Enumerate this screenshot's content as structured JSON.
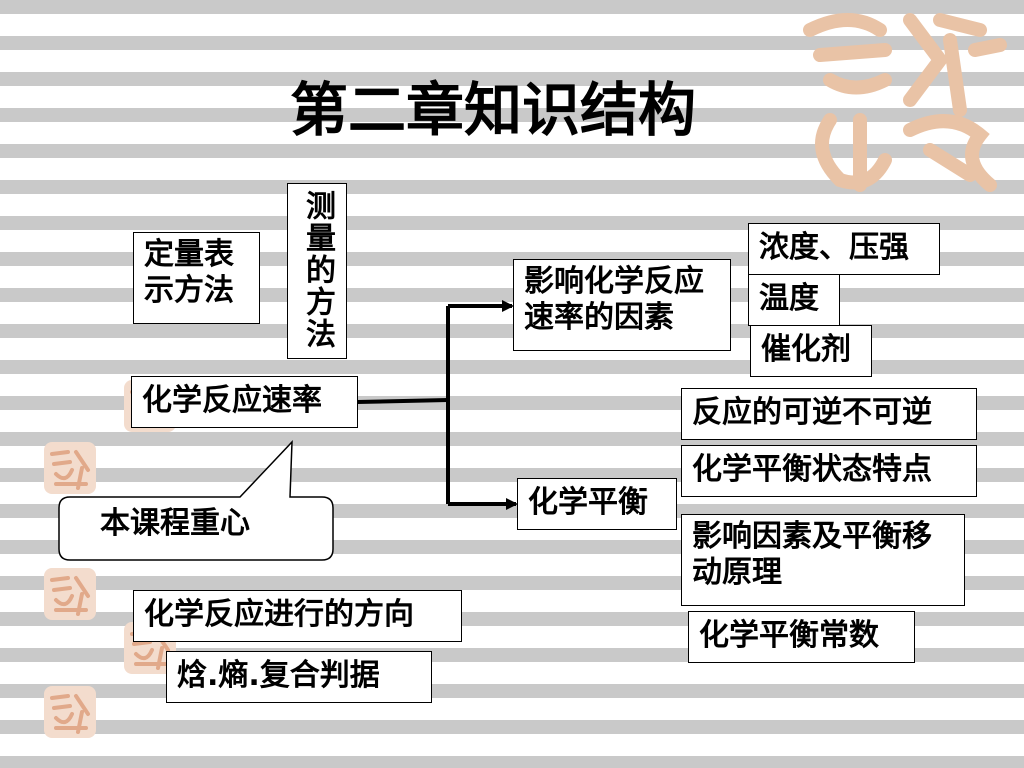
{
  "slide": {
    "title": "第二章知识结构"
  },
  "nodes": {
    "quantitative_expression": "定量表示方法",
    "measurement_methods": "测量的方法",
    "reaction_rate": "化学反应速率",
    "focus_callout": "本课程重心",
    "rate_factors": "影响化学反应速率的因素",
    "concentration_pressure": "浓度、压强",
    "temperature": "温度",
    "catalyst": "催化剂",
    "chemical_equilibrium": "化学平衡",
    "reversible_irreversible": "反应的可逆不可逆",
    "equilibrium_state_features": "化学平衡状态特点",
    "factors_and_shift_principle": "影响因素及平衡移动原理",
    "equilibrium_constant": "化学平衡常数",
    "reaction_direction": "化学反应进行的方向",
    "enthalpy_entropy_criteria": "焓.熵.复合判据"
  },
  "colors": {
    "background": "#ffffff",
    "stripe": "#c9c9c9",
    "seal": "#e9c3a6",
    "text": "#000000"
  }
}
